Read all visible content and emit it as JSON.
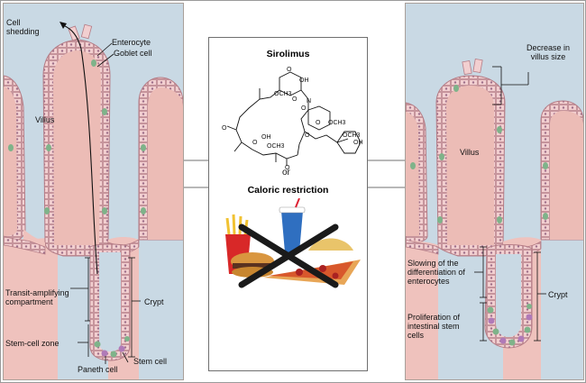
{
  "left_panel": {
    "cell_shedding": "Cell shedding",
    "enterocyte": "Enterocyte",
    "goblet_cell": "Goblet cell",
    "villus": "Villus",
    "transit_amplifying": "Transit-amplifying compartment",
    "crypt": "Crypt",
    "stem_cell_zone": "Stem-cell zone",
    "paneth_cell": "Paneth cell",
    "stem_cell": "Stem cell"
  },
  "center": {
    "drug": "Sirolimus",
    "or": "or",
    "diet": "Caloric restriction",
    "molecule_labels": [
      "O",
      "OH",
      "OCH3",
      "OCH3",
      "O",
      "O",
      "N",
      "O",
      "O",
      "O",
      "O",
      "OH",
      "OCH3",
      "O",
      "OCH3",
      "OH"
    ]
  },
  "right_panel": {
    "decrease_villus": "Decrease in villus size",
    "villus": "Villus",
    "slowing": "Slowing of the differentiation of enterocytes",
    "crypt": "Crypt",
    "proliferation": "Proliferation of intestinal stem cells"
  },
  "colors": {
    "lumen": "#c5d7e3",
    "tissue": "#e9b8b3",
    "cell_fill": "#f2cfd0",
    "cell_stroke": "#b47c86",
    "goblet": "#7fb38a",
    "paneth": "#b07ab8",
    "arrow_fill": "#ffffff",
    "arrow_stroke": "#8a8a8a"
  }
}
